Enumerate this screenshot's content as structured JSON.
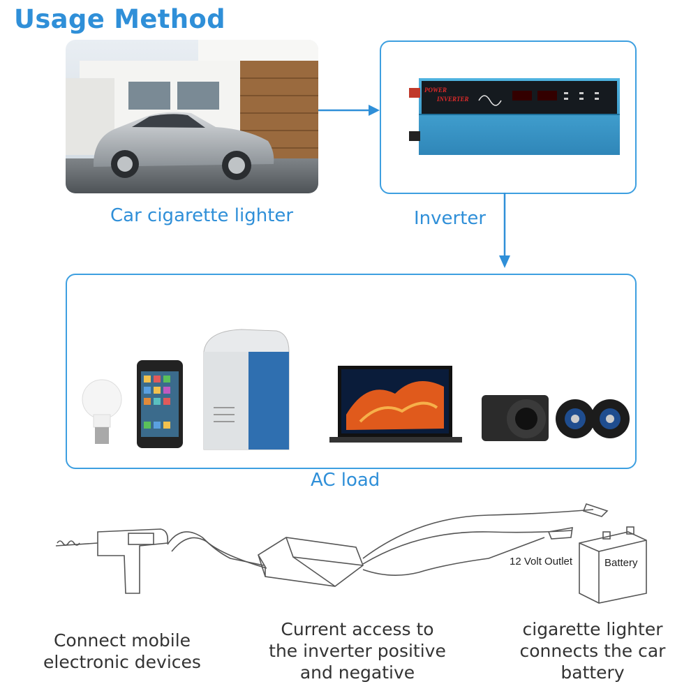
{
  "header": {
    "title": "Usage Method"
  },
  "top": {
    "car_caption": "Car cigarette lighter",
    "inverter_caption": "Inverter",
    "inverter_label_line1": "POWER",
    "inverter_label_line2": "INVERTER"
  },
  "ac_load": {
    "caption": "AC load"
  },
  "sketch": {
    "outlet_label": "12 Volt Outlet",
    "battery_label": "Battery",
    "caption_left_line1": "Connect mobile",
    "caption_left_line2": "electronic devices",
    "caption_mid_line1": "Current access to",
    "caption_mid_line2": "the inverter positive",
    "caption_mid_line3": "and negative",
    "caption_right_line1": "cigarette lighter",
    "caption_right_line2": "connects the car",
    "caption_right_line3": "battery"
  },
  "colors": {
    "accent": "#2f8fd8",
    "frame": "#3d9fe0",
    "inverter_body": "#3a9fd0"
  }
}
